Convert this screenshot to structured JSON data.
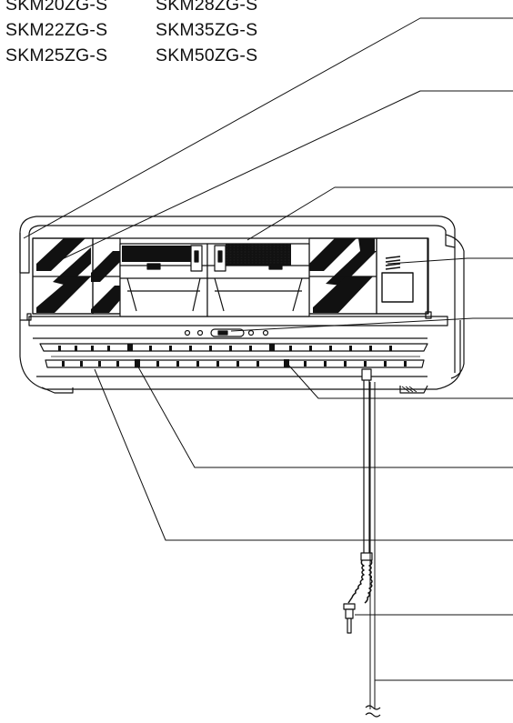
{
  "models": [
    "SKM20ZG-S",
    "SKM28ZG-S",
    "SKM22ZG-S",
    "SKM35ZG-S",
    "SKM25ZG-S",
    "SKM50ZG-S"
  ],
  "colors": {
    "ink": "#111111",
    "background": "#ffffff"
  }
}
